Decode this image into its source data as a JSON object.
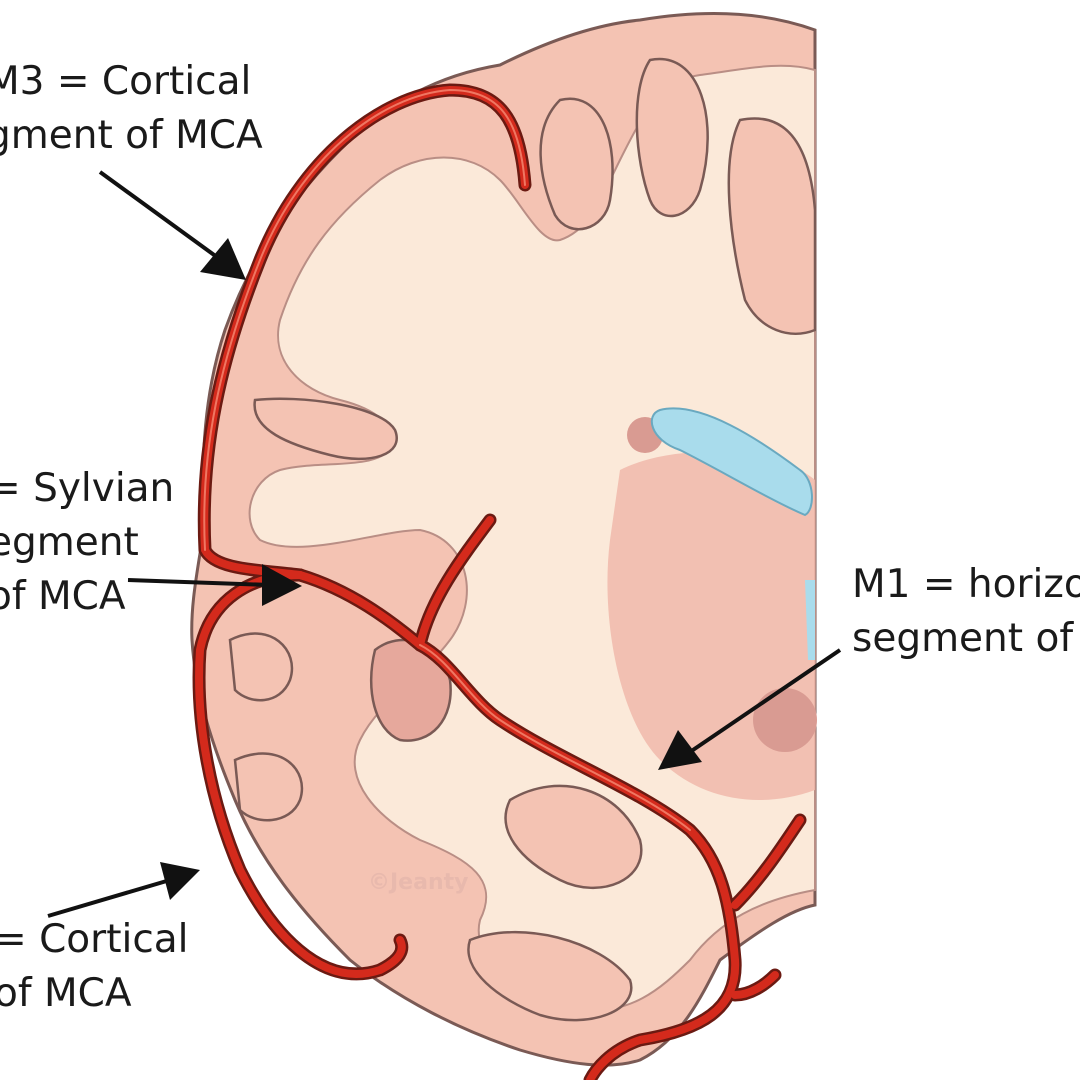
{
  "labels": {
    "m3_top": {
      "line1": "M3 = Cortical",
      "line2": "gment of MCA"
    },
    "m2": {
      "line1": "= Sylvian",
      "line2": "egment",
      "line3": "of MCA"
    },
    "m1": {
      "line1": "M1 = horizo",
      "line2": "segment of"
    },
    "m3_bottom": {
      "line1": "= Cortical",
      "line2": "of MCA"
    }
  },
  "watermark": "©Jeanty",
  "colors": {
    "cortex": "#f4c3b3",
    "white_matter": "#fbe9d9",
    "outline": "#7a5a55",
    "artery": "#d42a1c",
    "artery_highlight": "#f27f6a",
    "ventricle": "#a9dcec",
    "deep_nuclei": "#f0b8aa",
    "text": "#1a1a1a"
  }
}
